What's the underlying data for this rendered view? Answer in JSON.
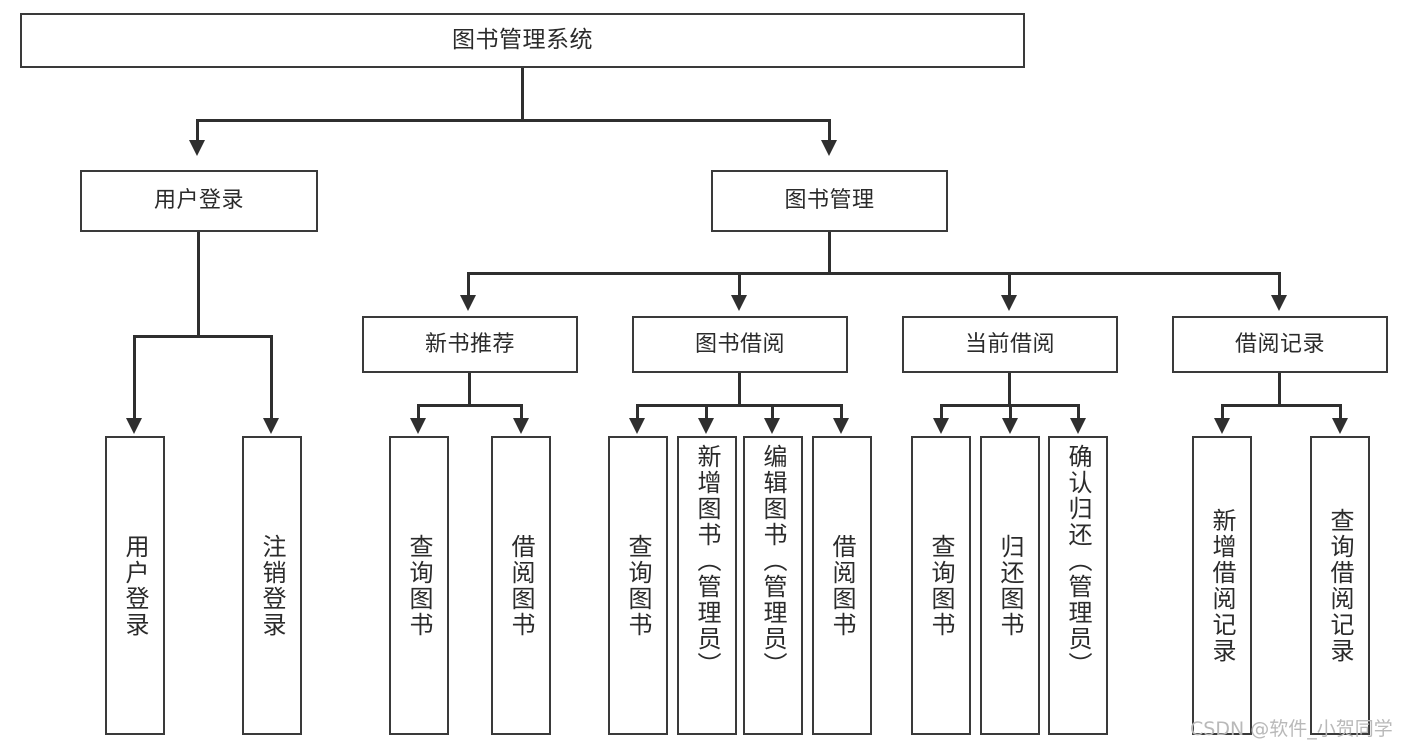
{
  "diagram": {
    "type": "tree",
    "title": "图书管理系统",
    "root": {
      "label": "图书管理系统",
      "children": [
        {
          "label": "用户登录",
          "children": [
            {
              "label": "用户登录"
            },
            {
              "label": "注销登录"
            }
          ]
        },
        {
          "label": "图书管理",
          "children": [
            {
              "label": "新书推荐",
              "children": [
                {
                  "label": "查询图书"
                },
                {
                  "label": "借阅图书"
                }
              ]
            },
            {
              "label": "图书借阅",
              "children": [
                {
                  "label": "查询图书"
                },
                {
                  "label": "新增图书（管理员）"
                },
                {
                  "label": "编辑图书（管理员）"
                },
                {
                  "label": "借阅图书"
                }
              ]
            },
            {
              "label": "当前借阅",
              "children": [
                {
                  "label": "查询图书"
                },
                {
                  "label": "归还图书"
                },
                {
                  "label": "确认归还（管理员）"
                }
              ]
            },
            {
              "label": "借阅记录",
              "children": [
                {
                  "label": "新增借阅记录"
                },
                {
                  "label": "查询借阅记录"
                }
              ]
            }
          ]
        }
      ]
    },
    "nodes": {
      "root": "图书管理系统",
      "user_login": "用户登录",
      "book_manage": "图书管理",
      "new_book_rec": "新书推荐",
      "book_borrow": "图书借阅",
      "current_borrow": "当前借阅",
      "borrow_record": "借阅记录",
      "leaf_user_login": "用户登录",
      "leaf_logout": "注销登录",
      "leaf_query_book_1": "查询图书",
      "leaf_borrow_book_1": "借阅图书",
      "leaf_query_book_2": "查询图书",
      "leaf_add_book": "新增图书（管理员）",
      "leaf_edit_book": "编辑图书（管理员）",
      "leaf_borrow_book_2": "借阅图书",
      "leaf_query_book_3": "查询图书",
      "leaf_return_book": "归还图书",
      "leaf_confirm_return": "确认归还（管理员）",
      "leaf_add_record": "新增借阅记录",
      "leaf_query_record": "查询借阅记录"
    },
    "watermark": "CSDN @软件_小贺同学",
    "colors": {
      "border": "#3a3a3a",
      "connector": "#2f2f2f",
      "text": "#2b2b2b",
      "background": "#ffffff",
      "watermark": "#b9b9b9"
    }
  }
}
